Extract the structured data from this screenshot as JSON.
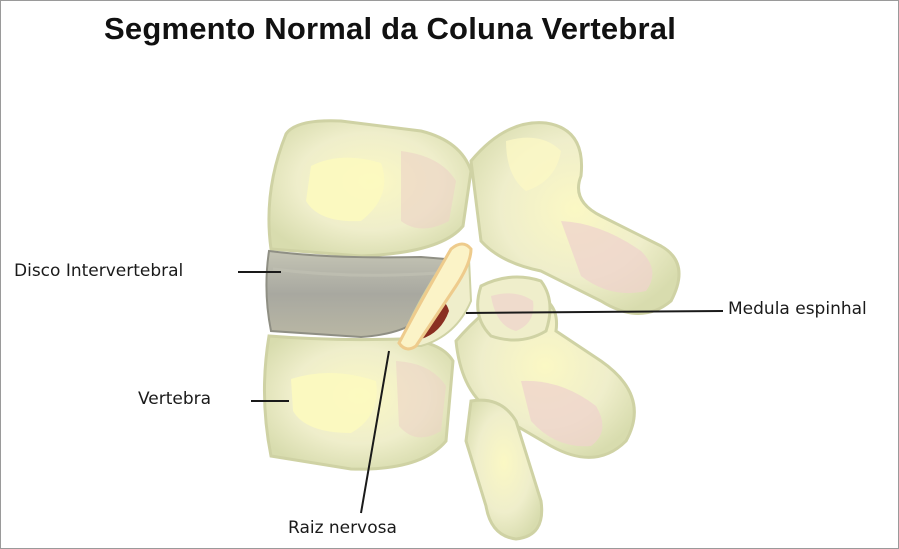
{
  "diagram": {
    "title": "Segmento Normal da Coluna Vertebral",
    "labels": {
      "disc": "Disco Intervertebral",
      "spinal_cord": "Medula espinhal",
      "vertebra": "Vertebra",
      "nerve_root": "Raiz nervosa"
    },
    "colors": {
      "bone": "#efeecb",
      "bone_shadow": "#d8dcae",
      "bone_highlight": "#fbf8c4",
      "bone_pink": "#efd3cc",
      "disc": "#a8a8a0",
      "nerve": "#eecb8c",
      "spinal_canal": "#8a2f22",
      "leader_line": "#1a1a1a"
    }
  }
}
